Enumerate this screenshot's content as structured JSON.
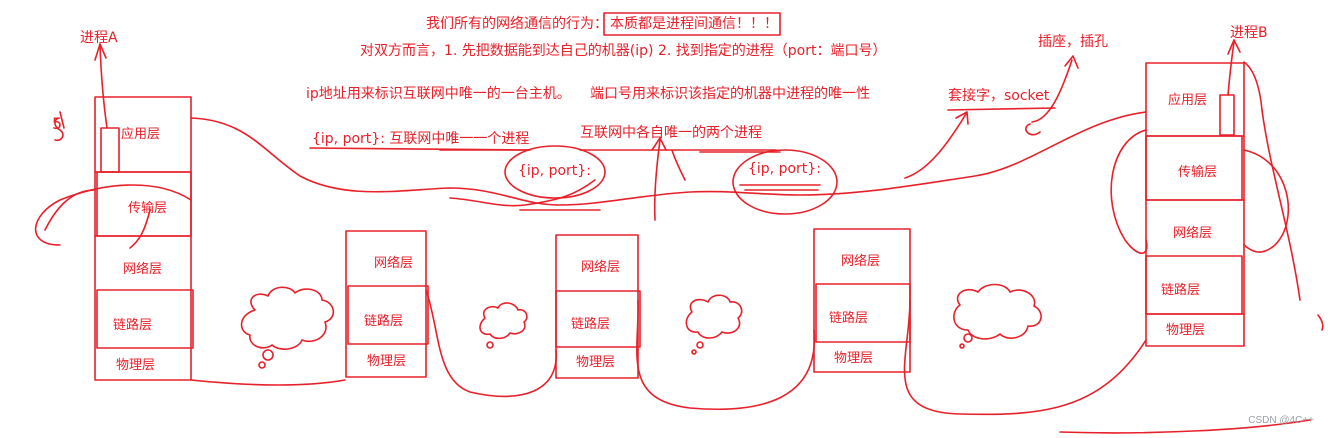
{
  "title_line": {
    "prefix": "我们所有的网络通信的行为：",
    "boxed": "本质都是进程间通信！！！"
  },
  "line2": "对双方而言，1. 先把数据能到达自己的机器(ip) 2. 找到指定的进程（port：端口号）",
  "line3_left": "ip地址用来标识互联网中唯一的一台主机。",
  "line3_right": "端口号用来标识该指定的机器中进程的唯一性",
  "note_ip_port": "{ip, port}: 互联网中唯一一个进程",
  "note_two_process": "互联网中各自唯一的两个进程",
  "ip_port_a": "{ip, port}:",
  "ip_port_b": "{ip, port}:",
  "socket_label": "套接字，socket",
  "plug_label": "插座，插孔",
  "host_a_label": "进程A",
  "host_b_label": "进程B",
  "margin_mark": "5",
  "layers": {
    "app": "应用层",
    "transport": "传输层",
    "network": "网络层",
    "link": "链路层",
    "physical": "物理层"
  },
  "watermark": "CSDN @4C++",
  "colors": {
    "ink": "#e8202a",
    "watermark": "#9aa0a6"
  }
}
